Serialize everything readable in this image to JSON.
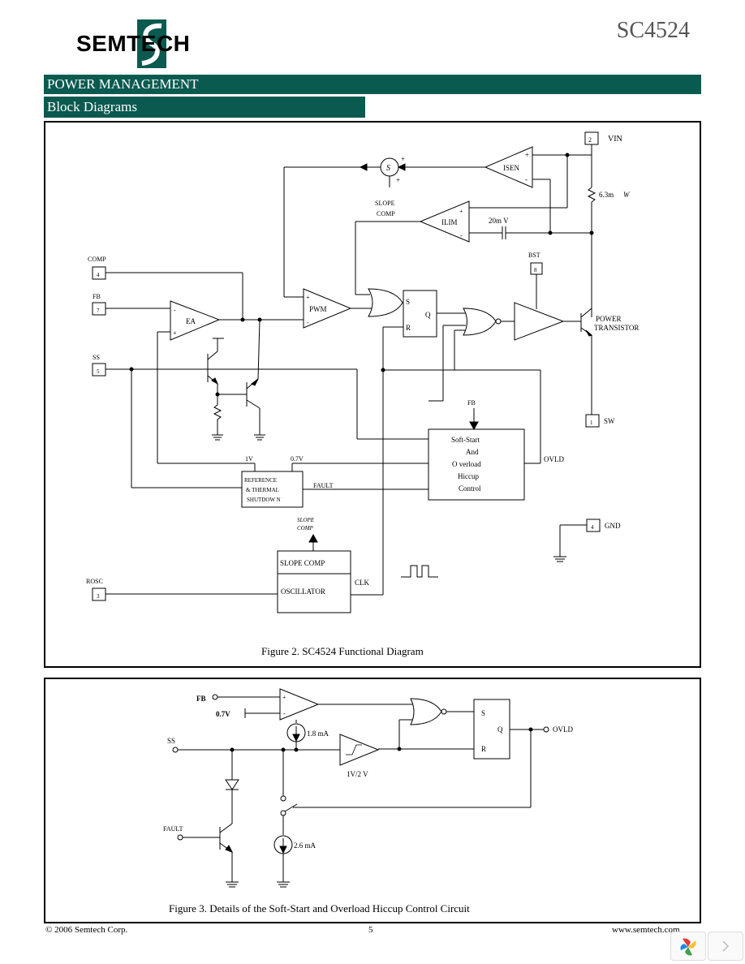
{
  "header": {
    "company": "SEMTECH",
    "part_number": "SC4524",
    "section": "POWER MANAGEMENT",
    "subsection": "Block Diagrams"
  },
  "figure2": {
    "caption": "Figure 2. SC4524 Functional Diagram",
    "pins": {
      "vin": {
        "num": "2",
        "label": "VIN"
      },
      "comp": {
        "num": "4",
        "label": "COMP"
      },
      "fb": {
        "num": "7",
        "label": "FB"
      },
      "ss": {
        "num": "5",
        "label": "SS"
      },
      "bst": {
        "num": "8",
        "label": "BST"
      },
      "sw": {
        "num": "1",
        "label": "SW"
      },
      "gnd": {
        "num": "4",
        "label": "GND"
      },
      "rosc": {
        "num": "3",
        "label": "ROSC"
      }
    },
    "blocks": {
      "isen": "ISEN",
      "ilim": "ILIM",
      "ea": "EA",
      "pwm": "PWM",
      "sum": "S",
      "latch_s": "S",
      "latch_q": "Q",
      "latch_r": "R",
      "ss_fb": "FB",
      "ss_line1": "Soft-Start",
      "ss_line2": "And",
      "ss_line3": "O verload",
      "ss_line4": "Hiccup",
      "ss_line5": "Control",
      "ref_line1": "REFERENCE",
      "ref_line2": "& THERMAL",
      "ref_line3": "SHUTDOW N",
      "slope_comp": "SLOPE COMP",
      "oscillator": "OSCILLATOR"
    },
    "labels": {
      "slope_comp_1": "SLOPE",
      "slope_comp_2": "COMP",
      "slope_top_1": "SLOPE",
      "slope_top_2": "COMP",
      "v20m": "20m V",
      "r63m": "6.3m",
      "omega": "W",
      "power_1": "POWER",
      "power_2": "TRANSISTOR",
      "v1": "1V",
      "v07": "0.7V",
      "fault": "FAULT",
      "ovld": "OVLD",
      "clk": "CLK"
    }
  },
  "figure3": {
    "caption": "Figure 3. Details of the Soft-Start and Overload Hiccup Control Circuit",
    "labels": {
      "fb": "FB",
      "v07": "0.7V",
      "ss": "SS",
      "i18": "1.8  mA",
      "v12": "1V/2 V",
      "fault": "FAULT",
      "i26": "2.6  mA",
      "ovld": "OVLD",
      "s": "S",
      "q": "Q",
      "r": "R"
    }
  },
  "footer": {
    "copyright": "© 2006 Semtech Corp.",
    "page": "5",
    "url": "www.semtech.com"
  }
}
